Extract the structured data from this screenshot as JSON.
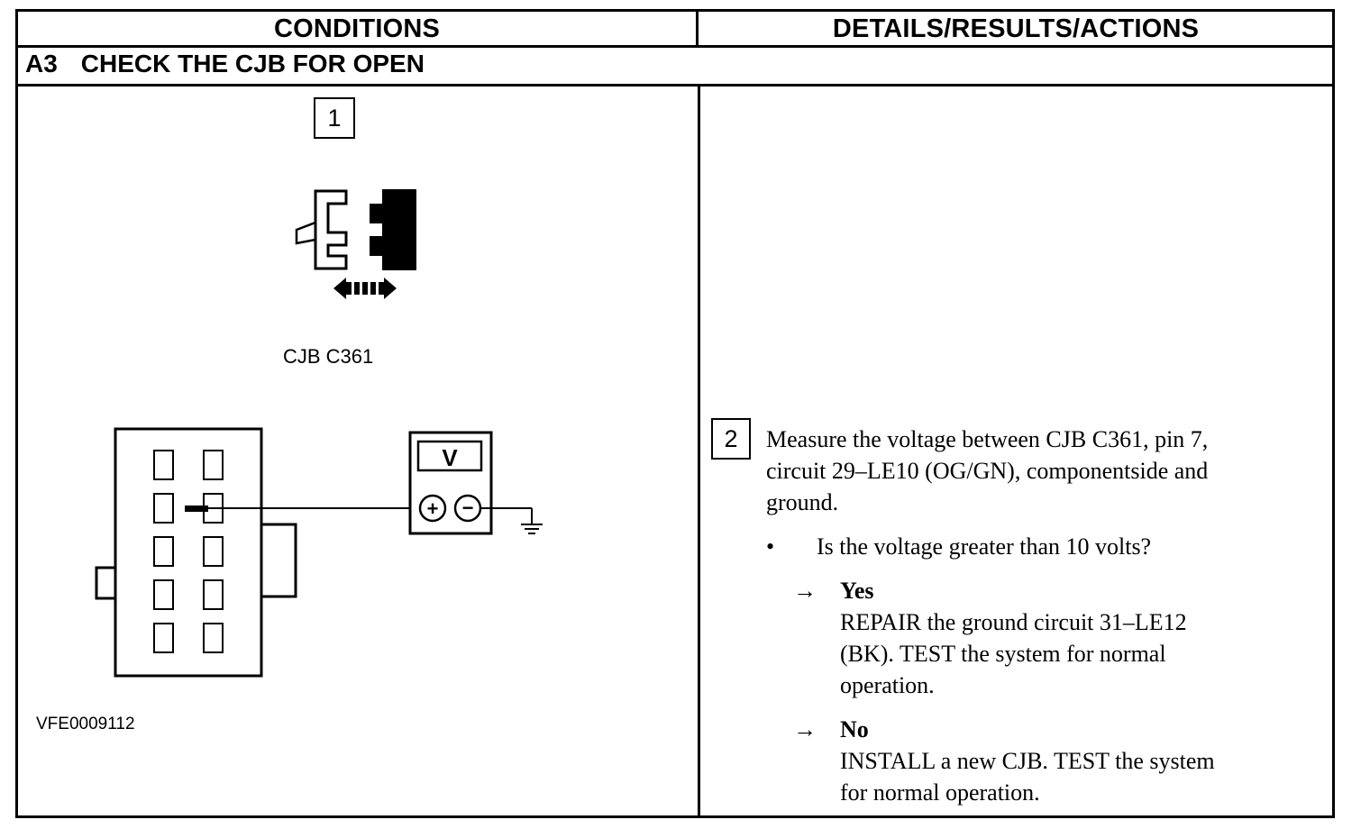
{
  "table": {
    "col_conditions": "CONDITIONS",
    "col_details": "DETAILS/RESULTS/ACTIONS",
    "section_number": "A3",
    "section_title": "CHECK THE CJB FOR OPEN"
  },
  "figure": {
    "step1": "1",
    "connector_label": "CJB C361",
    "meter_label": "V",
    "meter_plus": "+",
    "meter_minus": "−",
    "figure_code": "VFE0009112"
  },
  "step2": {
    "number": "2",
    "instruction_line1": "Measure the voltage between CJB C361, pin 7,",
    "instruction_line2": "circuit 29–LE10 (OG/GN), componentside and",
    "instruction_line3": "ground.",
    "question": "Is the voltage greater than 10 volts?",
    "yes_label": "Yes",
    "yes_line1": "REPAIR the ground circuit 31–LE12",
    "yes_line2": "(BK). TEST the system for normal",
    "yes_line3": "operation.",
    "no_label": "No",
    "no_line1": "INSTALL a new CJB. TEST the system",
    "no_line2": "for normal operation."
  }
}
